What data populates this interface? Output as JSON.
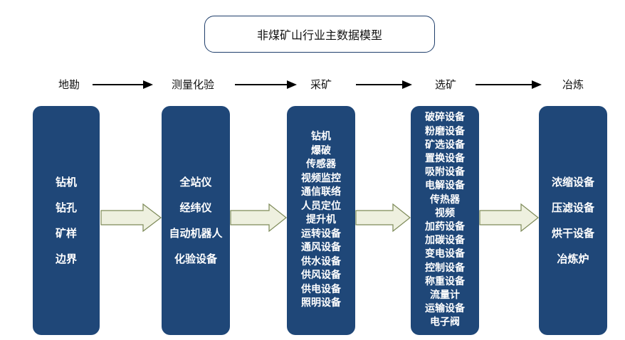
{
  "title": "非煤矿山行业主数据模型",
  "stages": [
    "地勘",
    "测量化验",
    "采矿",
    "选矿",
    "冶炼"
  ],
  "columns": [
    {
      "items": [
        "钻机",
        "钻孔",
        "矿样",
        "边界"
      ]
    },
    {
      "items": [
        "全站仪",
        "经纬仪",
        "自动机器人",
        "化验设备"
      ]
    },
    {
      "items": [
        "钻机",
        "爆破",
        "传感器",
        "视频监控",
        "通信联络",
        "人员定位",
        "提升机",
        "运转设备",
        "通风设备",
        "供水设备",
        "供风设备",
        "供电设备",
        "照明设备"
      ]
    },
    {
      "items": [
        "破碎设备",
        "粉磨设备",
        "矿选设备",
        "置换设备",
        "吸附设备",
        "电解设备",
        "传热器",
        "视频",
        "加药设备",
        "加碳设备",
        "变电设备",
        "控制设备",
        "称重设备",
        "流量计",
        "运输设备",
        "电子阀"
      ]
    },
    {
      "items": [
        "浓缩设备",
        "压滤设备",
        "烘干设备",
        "冶炼炉"
      ]
    }
  ],
  "colors": {
    "column_fill": "#1f4778",
    "arrow_fill": "#eef0df",
    "arrow_stroke": "#7d8a58"
  }
}
